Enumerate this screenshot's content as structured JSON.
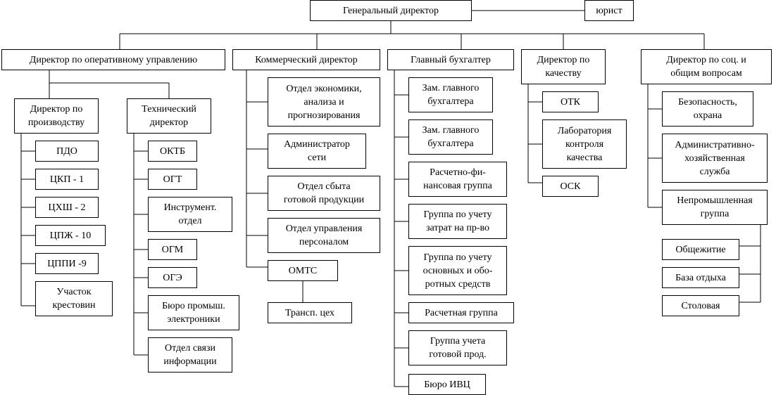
{
  "top": {
    "ceo": "Генеральный директор",
    "lawyer": "юрист"
  },
  "directors": {
    "operational": "Директор по оперативному управлению",
    "commercial": "Коммерческий директор",
    "accountant": "Главный бухгалтер",
    "quality": "Директор по\nкачеству",
    "social": "Директор по соц. и\nобщим вопросам"
  },
  "operational": {
    "production_director": "Директор по\nпроизводству",
    "technical_director": "Технический\nдиректор",
    "production_units": [
      "ПДО",
      "ЦКП - 1",
      "ЦХШ - 2",
      "ЦПЖ - 10",
      "ЦППИ -9",
      "Участок\nкрестовин"
    ],
    "technical_units": [
      "ОКТБ",
      "ОГТ",
      "Инструмент.\nотдел",
      "ОГМ",
      "ОГЭ",
      "Бюро промыш.\nэлектроники",
      "Отдел связи\nинформации"
    ]
  },
  "commercial": {
    "units": [
      "Отдел экономики,\nанализа и\nпрогнозирования",
      "Администратор\nсети",
      "Отдел сбыта\nготовой продукции",
      "Отдел управления\nперсоналом",
      "ОМТС"
    ],
    "transport": "Трансп. цех"
  },
  "accountant": {
    "units": [
      "Зам. главного\nбухгалтера",
      "Зам. главного\nбухгалтера",
      "Расчетно-фи-\nнансовая группа",
      "Группа по учету\nзатрат на пр-во",
      "Группа по учету\nосновных и обо-\nротных средств",
      "Расчетная группа",
      "Группа учета\nготовой прод.",
      "Бюро ИВЦ"
    ]
  },
  "quality": {
    "units": [
      "ОТК",
      "Лаборатория\nконтроля\nкачества",
      "ОСК"
    ]
  },
  "social": {
    "units": [
      "Безопасность,\nохрана",
      "Административно-\nхозяйственная\nслужба",
      "Непромышленная\nгруппа"
    ],
    "nonindustrial_units": [
      "Общежитие",
      "База отдыха",
      "Столовая"
    ]
  }
}
